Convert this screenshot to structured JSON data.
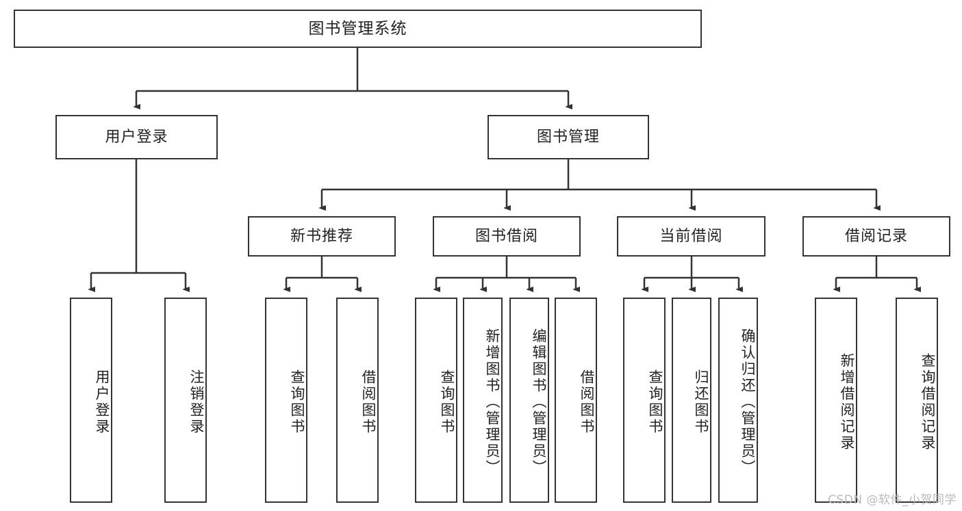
{
  "diagram": {
    "title": "图书管理系统",
    "type": "hierarchy-tree",
    "root": {
      "label": "图书管理系统"
    },
    "level2": [
      {
        "label": "用户登录"
      },
      {
        "label": "图书管理"
      }
    ],
    "level3": [
      {
        "label": "新书推荐"
      },
      {
        "label": "图书借阅"
      },
      {
        "label": "当前借阅"
      },
      {
        "label": "借阅记录"
      }
    ],
    "leaves": {
      "user_login": [
        {
          "label": "用户登录"
        },
        {
          "label": "注销登录"
        }
      ],
      "new_book_recommend": [
        {
          "label": "查询图书"
        },
        {
          "label": "借阅图书"
        }
      ],
      "book_borrow": [
        {
          "label": "查询图书"
        },
        {
          "label": "新增图书（管理员）"
        },
        {
          "label": "编辑图书（管理员）"
        },
        {
          "label": "借阅图书"
        }
      ],
      "current_borrow": [
        {
          "label": "查询图书"
        },
        {
          "label": "归还图书"
        },
        {
          "label": "确认归还（管理员）"
        }
      ],
      "borrow_record": [
        {
          "label": "新增借阅记录"
        },
        {
          "label": "查询借阅记录"
        }
      ]
    }
  },
  "watermark": {
    "text": "CSDN @软件_小贺同学"
  },
  "colors": {
    "border": "#333333",
    "text": "#222222",
    "background": "#ffffff",
    "watermark": "#b9b9b9"
  }
}
